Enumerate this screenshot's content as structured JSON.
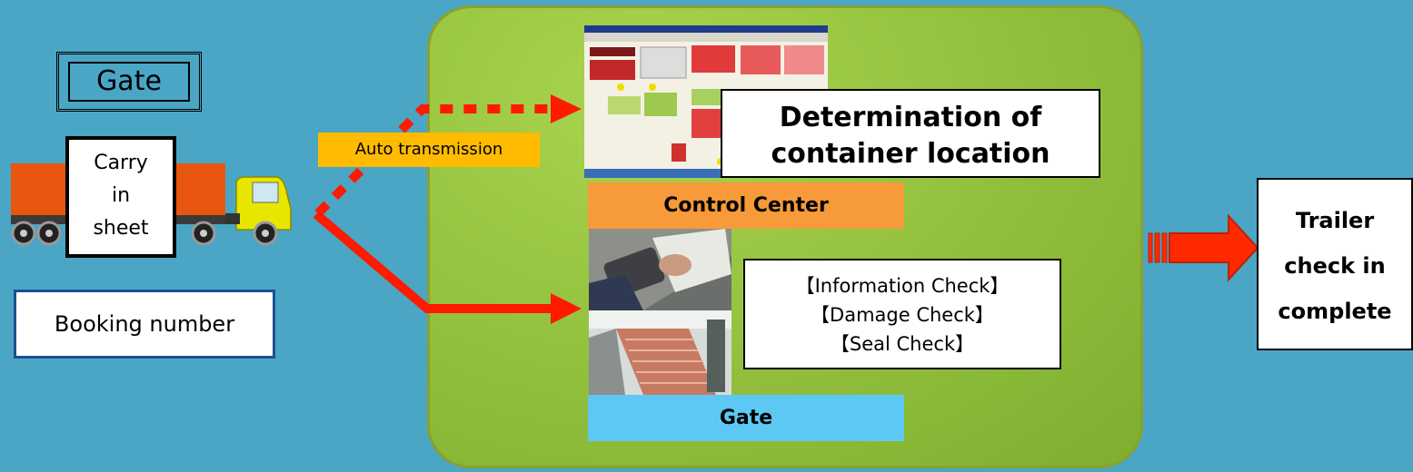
{
  "left": {
    "gate_label": "Gate",
    "carry_sheet_lines": [
      "Carry",
      "in",
      "sheet"
    ],
    "booking_number": "Booking number"
  },
  "flow": {
    "auto_transmission": "Auto transmission"
  },
  "center": {
    "determination_lines": [
      "Determination of",
      "container location"
    ],
    "control_center": "Control Center",
    "checks": [
      "【Information Check】",
      "【Damage Check】",
      "【Seal Check】"
    ],
    "gate": "Gate"
  },
  "result": {
    "lines": [
      "Trailer",
      "check in",
      "complete"
    ]
  },
  "colors": {
    "background": "#4aa6c4",
    "panel_green": "#91bf3c",
    "arrow_red": "#ff1a00",
    "control_center_orange": "#f79a3a",
    "gate_blue": "#5ec8f5",
    "auto_label_yellow": "#ffbb00"
  }
}
